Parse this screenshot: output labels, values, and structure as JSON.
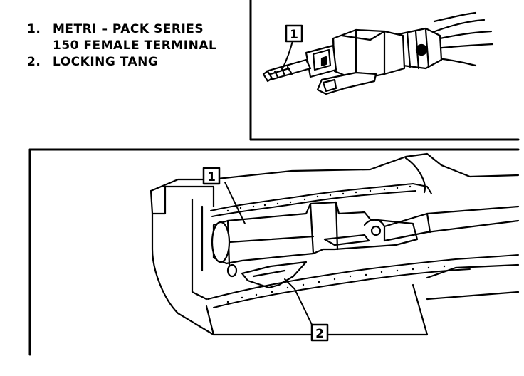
{
  "legend": [
    {
      "num": "1.",
      "line1": "METRI – PACK SERIES",
      "line2": "150 FEMALE TERMINAL"
    },
    {
      "num": "2.",
      "line1": "LOCKING TANG"
    }
  ],
  "callouts": {
    "top": "1",
    "bottom_terminal": "1",
    "bottom_tang": "2"
  }
}
